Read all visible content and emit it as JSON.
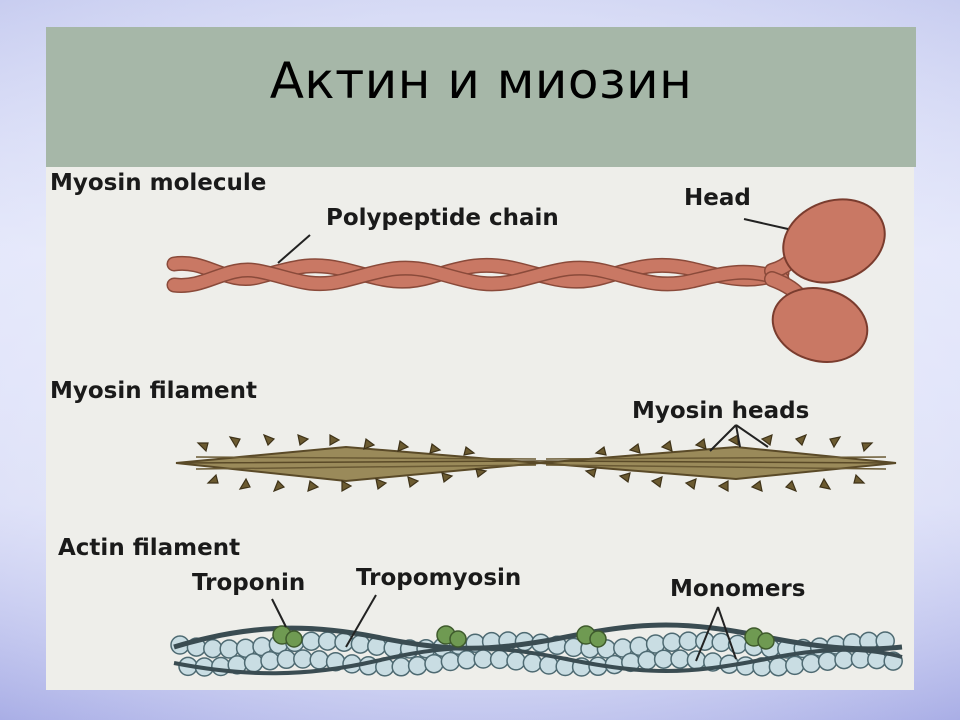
{
  "slide": {
    "title": "Актин и миозин"
  },
  "figure": {
    "section_myosin_molecule": "Myosin molecule",
    "label_polypeptide_chain": "Polypeptide chain",
    "label_head": "Head",
    "section_myosin_filament": "Myosin filament",
    "label_myosin_heads": "Myosin heads",
    "section_actin_filament": "Actin filament",
    "label_troponin": "Troponin",
    "label_tropomyosin": "Tropomyosin",
    "label_monomers": "Monomers"
  },
  "colors": {
    "title_band": "#a6b7a8",
    "myosin_molecule": "#c97864",
    "myosin_filament": "#8a7a4a",
    "actin_monomer": "#c9dde3",
    "troponin": "#6f9a52"
  }
}
